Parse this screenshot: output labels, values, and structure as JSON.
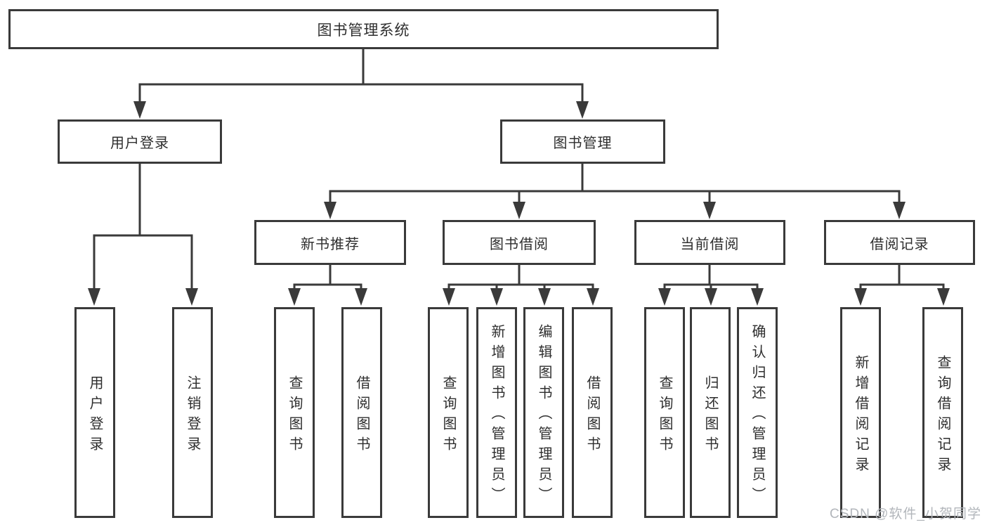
{
  "tree": {
    "root": {
      "label": "图书管理系统"
    },
    "level2": [
      {
        "label": "用户登录",
        "leaves": [
          "用户登录",
          "注销登录"
        ]
      },
      {
        "label": "图书管理",
        "groups": [
          {
            "label": "新书推荐",
            "leaves": [
              "查询图书",
              "借阅图书"
            ]
          },
          {
            "label": "图书借阅",
            "leaves": [
              "查询图书",
              "新增图书（管理员）",
              "编辑图书（管理员）",
              "借阅图书"
            ]
          },
          {
            "label": "当前借阅",
            "leaves": [
              "查询图书",
              "归还图书",
              "确认归还（管理员）"
            ]
          },
          {
            "label": "借阅记录",
            "leaves": [
              "新增借阅记录",
              "查询借阅记录"
            ]
          }
        ]
      }
    ]
  },
  "watermark": "CSDN @软件_小贺同学",
  "colors": {
    "line": "#3a3a3a",
    "box_border": "#3a3a3a",
    "text": "#2e2e2e",
    "watermark": "#b2b6bb",
    "background": "#ffffff"
  }
}
